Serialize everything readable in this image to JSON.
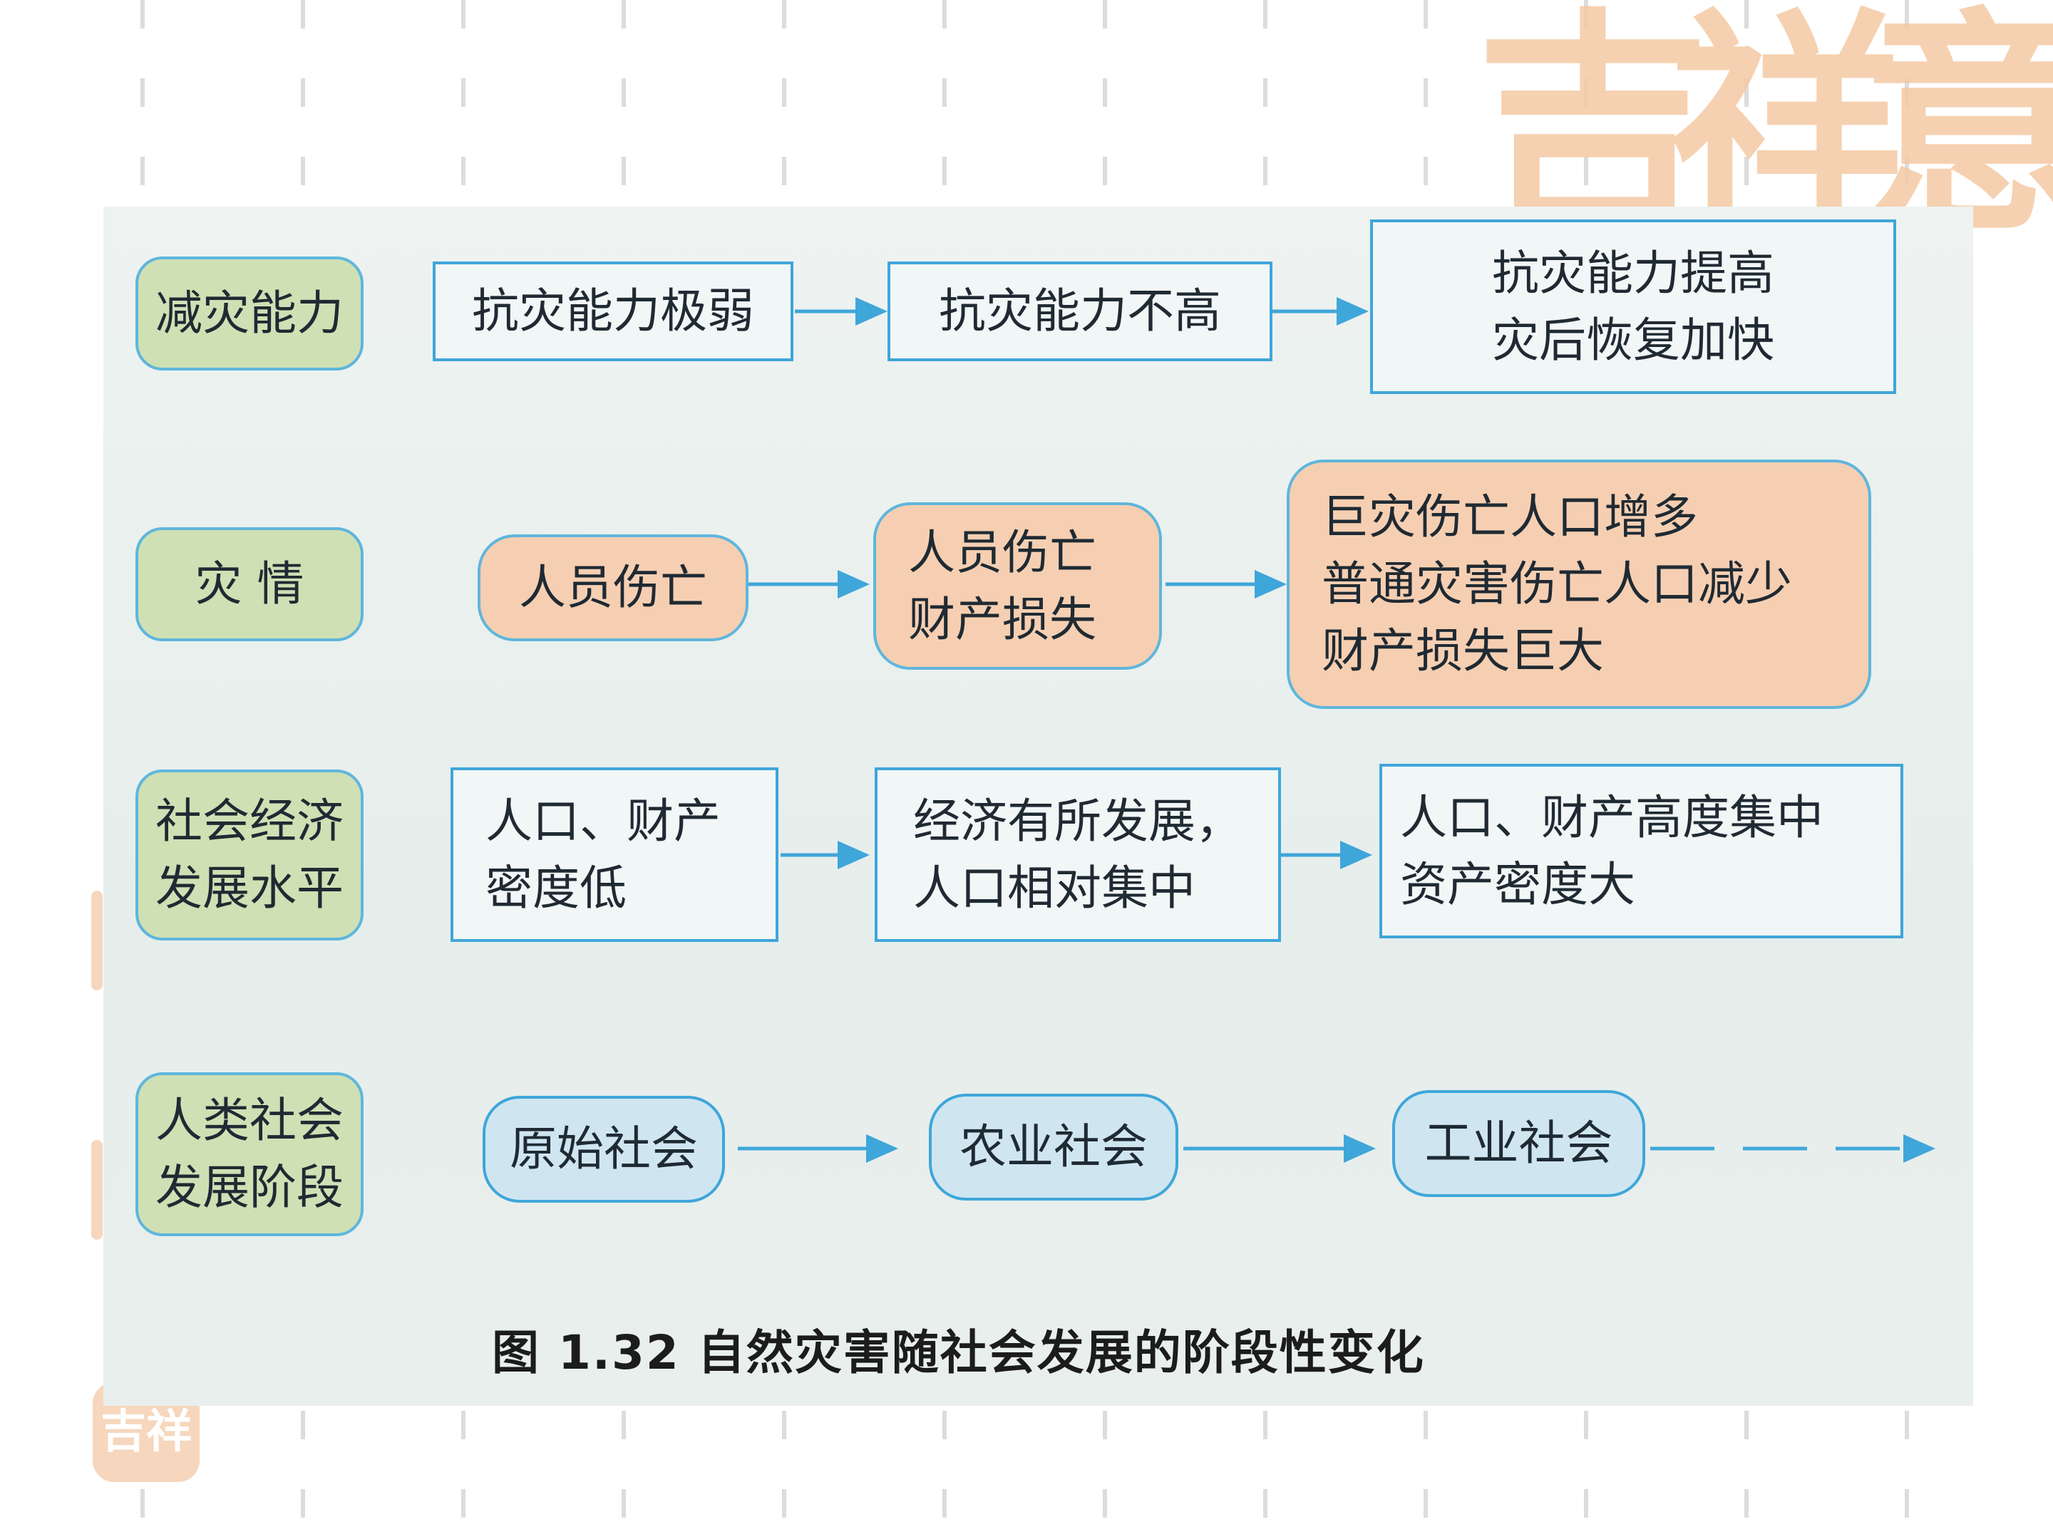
{
  "decoration": {
    "seal_large": "吉祥意",
    "seal_small": "吉祥"
  },
  "rows": [
    {
      "label": "减灾能力",
      "stages": [
        "抗灾能力极弱",
        "抗灾能力不高",
        "抗灾能力提高\n灾后恢复加快"
      ]
    },
    {
      "label": "灾  情",
      "stages": [
        "人员伤亡",
        "人员伤亡\n财产损失",
        "巨灾伤亡人口增多\n普通灾害伤亡人口减少\n财产损失巨大"
      ]
    },
    {
      "label": "社会经济\n发展水平",
      "stages": [
        "人口、财产\n密度低",
        "经济有所发展，\n人口相对集中",
        "人口、财产高度集中\n资产密度大"
      ]
    },
    {
      "label": "人类社会\n发展阶段",
      "stages": [
        "原始社会",
        "农业社会",
        "工业社会"
      ]
    }
  ],
  "caption": "图 1.32  自然灾害随社会发展的阶段性变化",
  "colors": {
    "label_fill": "#cfe0b4",
    "stage_border": "#3fa6d9",
    "casualty_fill": "#f6cfb2",
    "society_fill": "#cfe6f1",
    "arrow": "#3fa6d9",
    "watermark": "#f4c9a4"
  }
}
